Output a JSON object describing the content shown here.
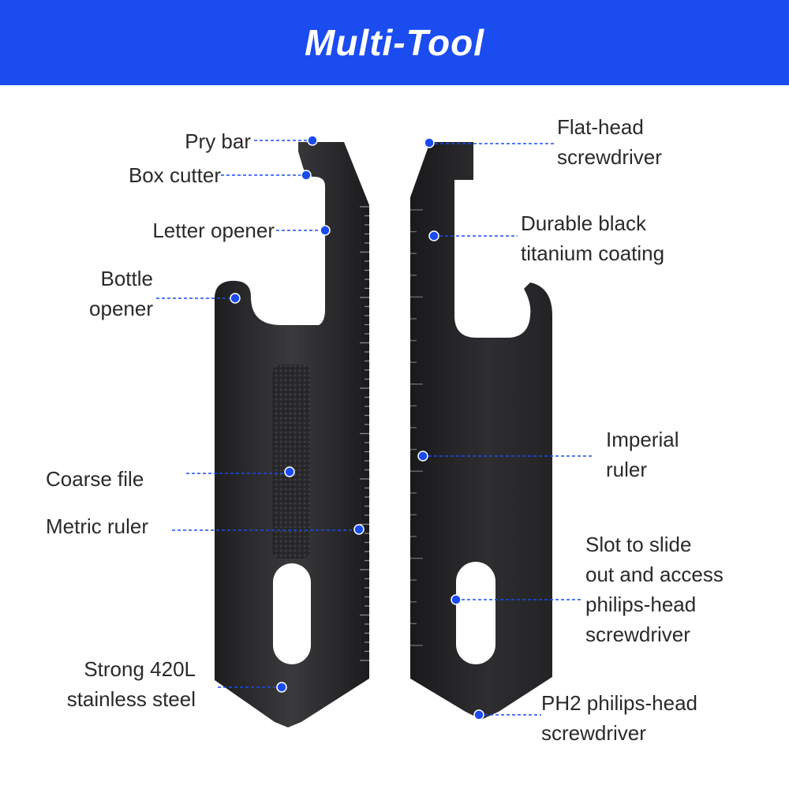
{
  "title": "Multi-Tool",
  "colors": {
    "banner": "#1a4cf0",
    "banner_text": "#ffffff",
    "callout": "#1a4cf0",
    "label_text": "#2a2a2a",
    "tool_metal": "#2b2b2d"
  },
  "left_labels": {
    "pry_bar": "Pry bar",
    "box_cutter": "Box cutter",
    "letter_opener": "Letter opener",
    "bottle_opener": [
      "Bottle",
      "opener"
    ],
    "coarse_file": "Coarse file",
    "metric_ruler": "Metric ruler",
    "steel": [
      "Strong 420L",
      "stainless steel"
    ]
  },
  "right_labels": {
    "flat_head": [
      "Flat-head",
      "screwdriver"
    ],
    "coating": [
      "Durable black",
      "titanium coating"
    ],
    "imperial_ruler": [
      "Imperial",
      "ruler"
    ],
    "slot": [
      "Slot to slide",
      "out and access",
      "philips-head",
      "screwdriver"
    ],
    "ph2": [
      "PH2 philips-head",
      "screwdriver"
    ]
  }
}
